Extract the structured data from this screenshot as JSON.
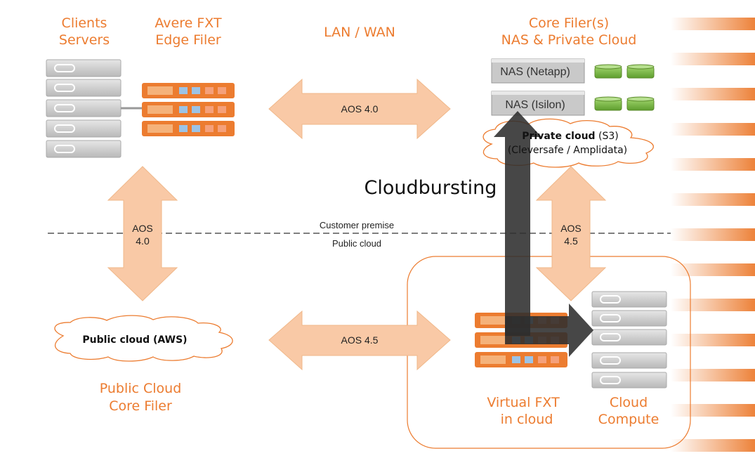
{
  "labels": {
    "clients_servers": [
      "Clients",
      "Servers"
    ],
    "edge_filer": [
      "Avere FXT",
      "Edge Filer"
    ],
    "lan_wan": "LAN / WAN",
    "core_filers": [
      "Core Filer(s)",
      "NAS & Private Cloud"
    ],
    "public_core_filer": [
      "Public Cloud",
      "Core Filer"
    ],
    "virtual_fxt": [
      "Virtual FXT",
      "in cloud"
    ],
    "cloud_compute": [
      "Cloud",
      "Compute"
    ],
    "cloudbursting": "Cloudbursting",
    "customer_premise": "Customer premise",
    "public_cloud": "Public cloud"
  },
  "arrows": {
    "top_h": "AOS 4.0",
    "left_v": [
      "AOS",
      "4.0"
    ],
    "right_v": [
      "AOS",
      "4.5"
    ],
    "bottom_h": "AOS 4.5"
  },
  "nas": {
    "netapp": "NAS (Netapp)",
    "isilon": "NAS (Isilon)"
  },
  "clouds": {
    "private_bold": "Private cloud",
    "private_rest": " (S3)",
    "private_line2": "(Cleversafe / Amplidata)",
    "public": "Public cloud (AWS)"
  },
  "colors": {
    "accent": "#ec7c30",
    "arrow_fill": "#f9c9a6",
    "server_gray": "#c8c8c8",
    "disk_green": "#7ac142",
    "burst_arrow": "#3a3a3a"
  }
}
